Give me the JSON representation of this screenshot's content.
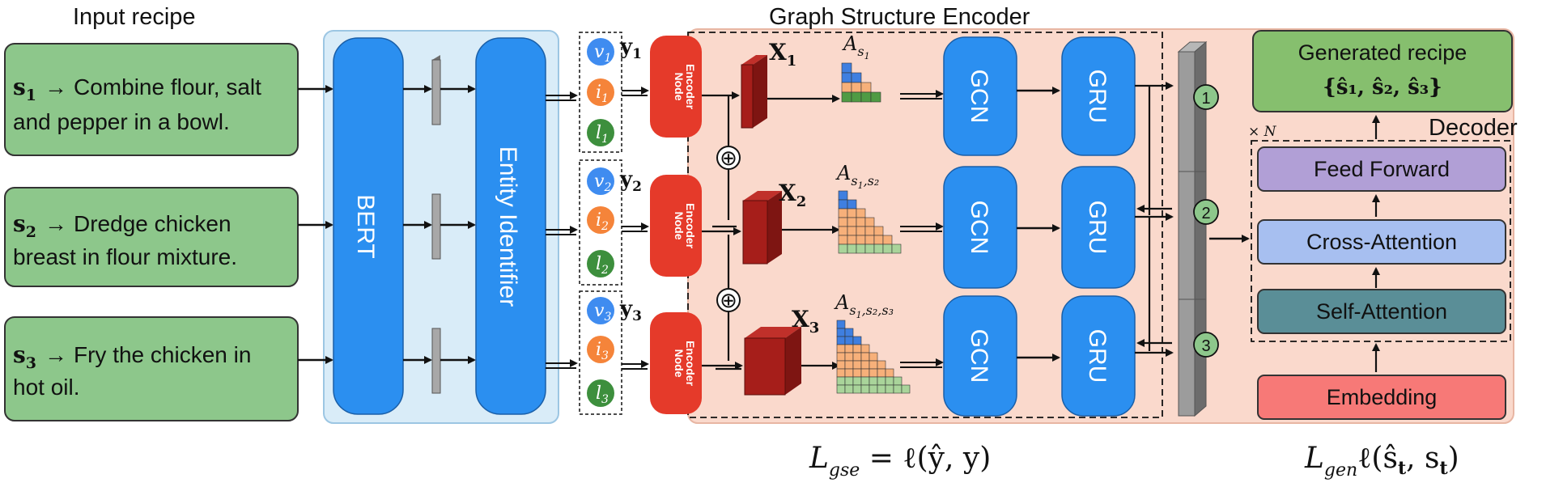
{
  "title_input": "Input recipe",
  "title_gse": "Graph Structure Encoder",
  "title_decoder": "Decoder",
  "steps": [
    {
      "label": "s",
      "sub": "1",
      "arrow": "→",
      "line1": "Combine flour, salt",
      "line2": "and pepper in a bowl."
    },
    {
      "label": "s",
      "sub": "2",
      "arrow": "→",
      "line1": "Dredge chicken",
      "line2": "breast in flour mixture."
    },
    {
      "label": "s",
      "sub": "3",
      "arrow": "→",
      "line1": "Fry the chicken in",
      "line2": "hot oil."
    }
  ],
  "bert_label": "BERT",
  "entity_label": "Entity Identifier",
  "entities": [
    {
      "y": "y",
      "ysub": "1",
      "v": "v",
      "i": "i",
      "l": "l",
      "sub": "1"
    },
    {
      "y": "y",
      "ysub": "2",
      "v": "v",
      "i": "i",
      "l": "l",
      "sub": "2"
    },
    {
      "y": "y",
      "ysub": "3",
      "v": "v",
      "i": "i",
      "l": "l",
      "sub": "3"
    }
  ],
  "node_encoder_line1": "Node",
  "node_encoder_line2": "Encoder",
  "x_labels": [
    {
      "x": "X",
      "sub": "1"
    },
    {
      "x": "X",
      "sub": "2"
    },
    {
      "x": "X",
      "sub": "3"
    }
  ],
  "adj_labels": [
    {
      "a": "A",
      "sub": "s",
      "subsub": "1",
      "rest": ""
    },
    {
      "a": "A",
      "sub": "s",
      "subsub": "1",
      "rest": ",s₂"
    },
    {
      "a": "A",
      "sub": "s",
      "subsub": "1",
      "rest": ",s₂,s₃"
    }
  ],
  "gcn_label": "GCN",
  "gru_label": "GRU",
  "plus": "⊕",
  "circle_nums": [
    "1",
    "2",
    "3"
  ],
  "decoder": {
    "generated_line1": "Generated recipe",
    "generated_line2": "{ŝ₁, ŝ₂, ŝ₃}",
    "times_n": "× N",
    "feed_forward": "Feed Forward",
    "cross_attention": "Cross-Attention",
    "self_attention": "Self-Attention",
    "embedding": "Embedding"
  },
  "loss_gse": "L_gse = ℓ(ŷ, y)",
  "loss_gse_parts": {
    "L": "L",
    "sub": "gse",
    "rest": " = ℓ(ŷ, y)"
  },
  "loss_gen_parts": {
    "L": "L",
    "sub": "gen",
    "rest": "ℓ(ŝ",
    "t1": "t",
    "mid": ", s",
    "t2": "t",
    "end": ")"
  },
  "colors": {
    "input_green": "#8dc78b",
    "bert_bg": "#d9ecf8",
    "blue": "#2b8ff0",
    "node_red": "#e53a2a",
    "gse_bg": "#fad9cc",
    "gen_green": "#86bf6e",
    "feed_purple": "#b19fd6",
    "cross_blue": "#a7bff0",
    "self_teal": "#5a8e97",
    "emb_red": "#f77977",
    "v_blue": "#3f8cf0",
    "i_orange": "#f5843a",
    "l_green": "#3d8f3d",
    "cube_red": "#a61e1a"
  }
}
